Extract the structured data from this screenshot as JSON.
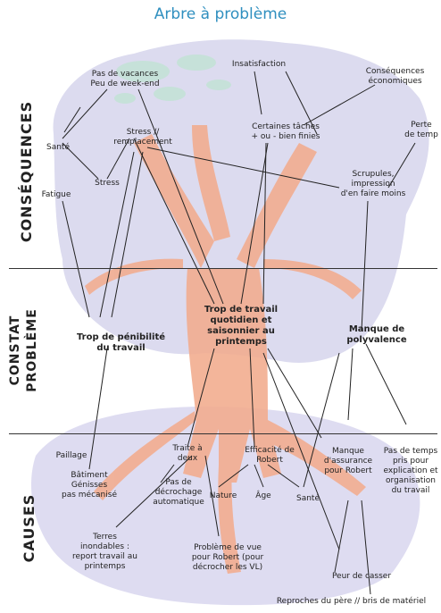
{
  "title": "Arbre à problème",
  "sections": {
    "consequences": "CONSÉQUENCES",
    "constat": "CONSTAT\nPROBLÈME",
    "causes": "CAUSES"
  },
  "nodes": {
    "pas_vacances": "Pas de vacances\nPeu de week-end",
    "insatisfaction": "Insatisfaction",
    "consequences_eco": "Conséquences\néconomiques",
    "perte_temps": "Perte\nde temp",
    "sante_top": "Santé",
    "stress_remplacement": "Stress //\nremplacement",
    "taches": "Certaines tâches\n+ ou - bien finies",
    "stress": "Stress",
    "fatigue": "Fatigue",
    "scrupules": "Scrupules,\nimpression\nd'en faire moins",
    "trop_travail": "Trop de travail\nquotidien et\nsaisonnier au\nprintemps",
    "penibilite": "Trop de pénibilité\ndu travail",
    "polyvalence": "Manque de\npolyvalence",
    "paillage": "Paillage",
    "batiment": "Bâtiment\nGénisses\npas mécanisé",
    "traite": "Traite à\ndeux",
    "efficacite": "Efficacité de\nRobert",
    "manque_assurance": "Manque\nd'assurance\npour Robert",
    "pas_temps": "Pas de temps\npris pour\nexplication et\norganisation\ndu travail",
    "nature": "Nature",
    "age": "Âge",
    "sante_bottom": "Santé",
    "decrochage": "Pas de\ndécrochage\nautomatique",
    "terres": "Terres\ninondables :\nreport travail au\nprintemps",
    "probleme_vue": "Problème de vue\npour Robert (pour\ndécrocher les VL)",
    "peur_casser": "Peur de casser",
    "reproches": "Reproches du père // bris de matériel"
  },
  "colors": {
    "title": "#2f8fbf",
    "canopy": "#d9d7ee",
    "trunk": "#f0a88c",
    "ground": "#dcdaf0",
    "leaves": "#a8dcc4"
  }
}
